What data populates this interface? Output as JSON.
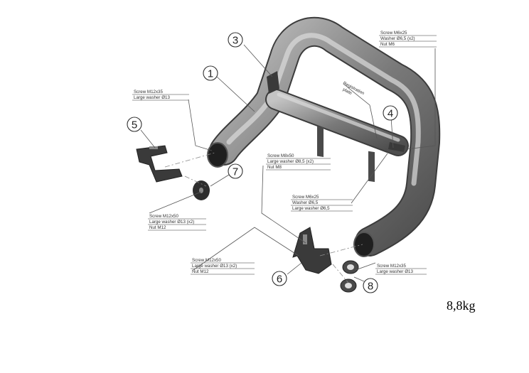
{
  "parts": [
    {
      "id": "p1",
      "label": "1"
    },
    {
      "id": "p3",
      "label": "3"
    },
    {
      "id": "p4",
      "label": "4"
    },
    {
      "id": "p5",
      "label": "5"
    },
    {
      "id": "p6",
      "label": "6"
    },
    {
      "id": "p7",
      "label": "7"
    },
    {
      "id": "p8",
      "label": "8"
    }
  ],
  "notes": {
    "top_right": [
      "Screw M6x25",
      "Washer Ø6,5 (x2)",
      "Nut M6"
    ],
    "left_upper": [
      "Screw M12x35",
      "Large washer Ø13"
    ],
    "left_lower": [
      "Screw M12x50",
      "Large washer Ø13 (x2)",
      "Nut M12"
    ],
    "center": [
      "Screw M8x50",
      "Large washer Ø8,5 (x2)",
      "Nut M8"
    ],
    "mid_right": [
      "Screw M6x25",
      "Washer Ø6,5",
      "Large washer Ø6,5"
    ],
    "bottom_left": [
      "Screw M12x50",
      "Large washer Ø13 (x2)",
      "Nut M12"
    ],
    "bottom_right": [
      "Screw M12x35",
      "Large washer Ø13"
    ],
    "registration": [
      "Registration",
      "plate"
    ]
  },
  "weight": "8,8kg",
  "colors": {
    "tube": "#6e6e6e",
    "tube_light": "#b5b5b5",
    "bracket": "#3a3a3a"
  }
}
